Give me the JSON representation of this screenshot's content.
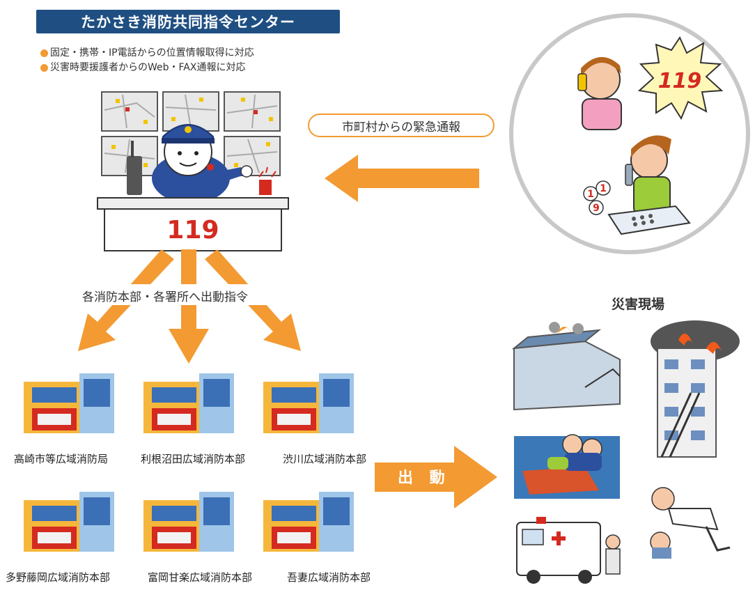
{
  "center": {
    "title": "たかさき消防共同指令センター",
    "features": [
      "固定・携帯・IP電話からの位置情報取得に対応",
      "災害時要援護者からのWeb・FAX通報に対応"
    ],
    "desk_number": "119"
  },
  "call": {
    "label": "市町村からの緊急通報",
    "bubble_number": "119",
    "dial_digits": [
      "1",
      "1",
      "9"
    ]
  },
  "dispatch": {
    "label": "各消防本部・各署所へ出動指令"
  },
  "stations": [
    {
      "name": "高崎市等広域消防局"
    },
    {
      "name": "利根沼田広域消防本部"
    },
    {
      "name": "渋川広域消防本部"
    },
    {
      "name": "多野藤岡広域消防本部"
    },
    {
      "name": "富岡甘楽広域消防本部"
    },
    {
      "name": "吾妻広域消防本部"
    }
  ],
  "departure": {
    "label": "出 動"
  },
  "scene": {
    "label": "災害現場"
  },
  "colors": {
    "banner": "#1f4f82",
    "accent_orange": "#f39a32",
    "desk_red": "#d42a20",
    "circle_gray": "#c8c8c8"
  }
}
